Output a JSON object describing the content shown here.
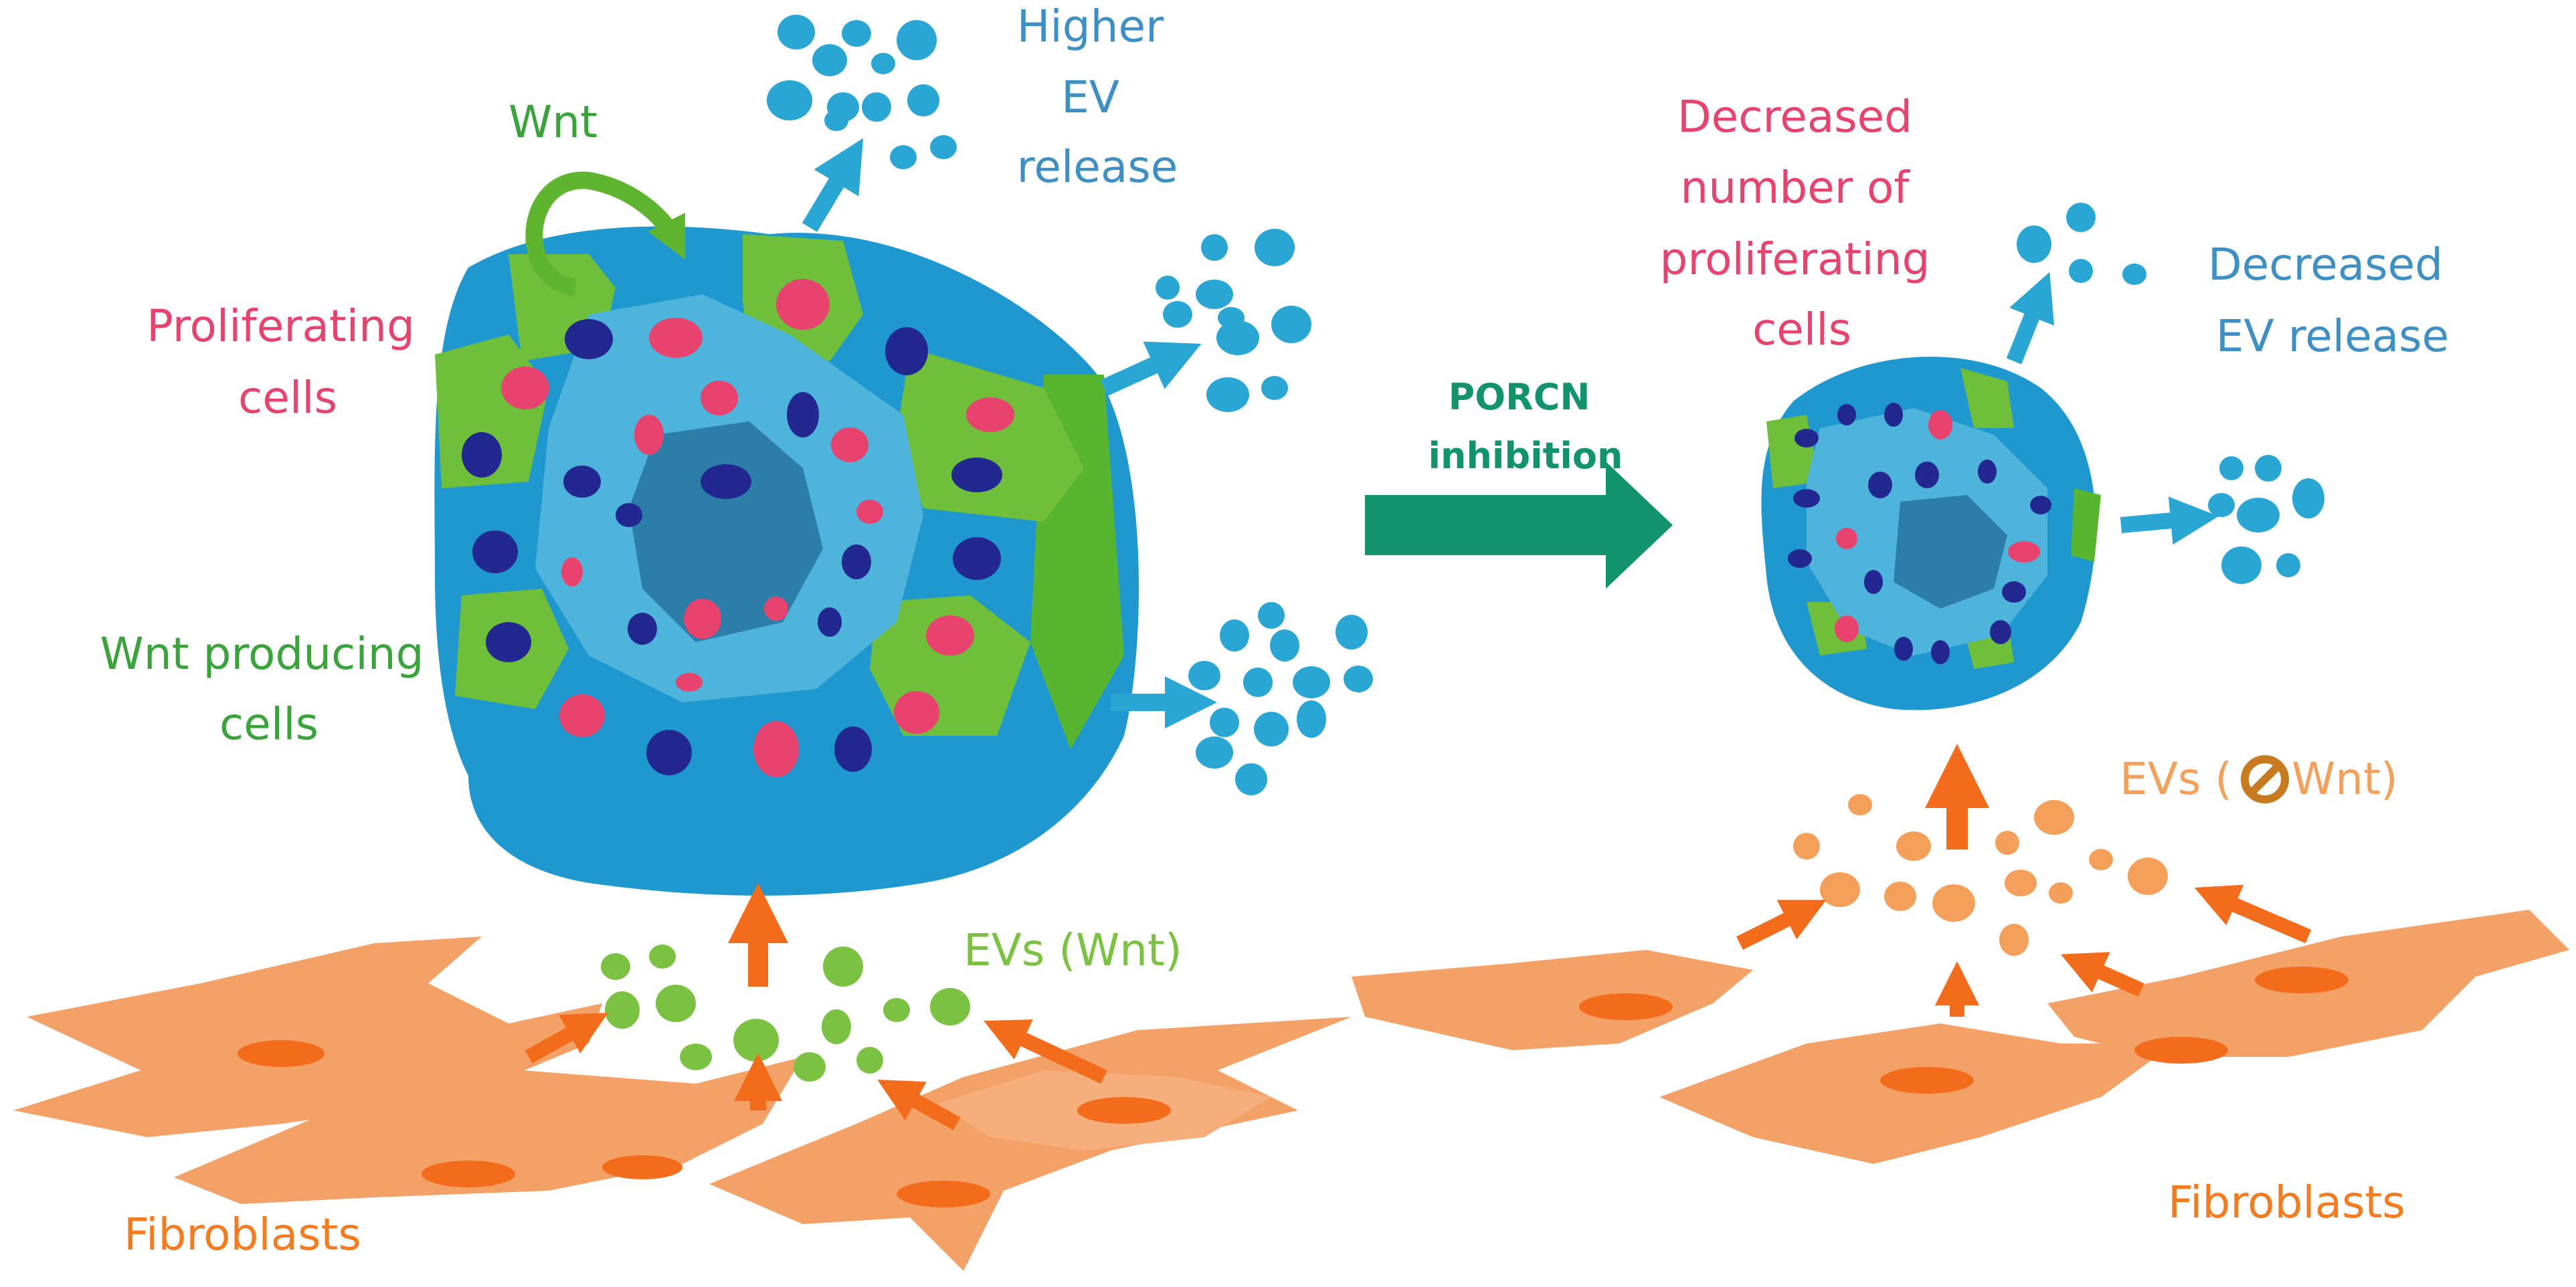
{
  "left": {
    "wnt": "Wnt",
    "higher_ev_release": [
      "Higher",
      "EV",
      "release"
    ],
    "proliferating_cells": [
      "Proliferating",
      "cells"
    ],
    "wnt_producing_cells": [
      "Wnt producing",
      "cells"
    ],
    "evs_wnt": "EVs (Wnt)",
    "fibroblasts": "Fibroblasts"
  },
  "middle": {
    "porcn_inhibition": [
      "PORCN",
      "inhibition"
    ]
  },
  "right": {
    "decreased_proliferating": [
      "Decreased",
      "number of",
      "proliferating",
      "cells"
    ],
    "decreased_ev_release": [
      "Decreased",
      "EV release"
    ],
    "evs_prefix": "EVs (",
    "evs_suffix": "Wnt)",
    "fibroblasts": "Fibroblasts"
  },
  "colors": {
    "pink": "#E8436E",
    "blue_text": "#3D8FC4",
    "green_text": "#3BA33B",
    "light_green_text": "#7CC242",
    "orange_text": "#F47B20",
    "light_orange_text": "#F5A05A",
    "teal_arrow": "#13936C",
    "ev_blue": "#2AA6D4",
    "fibroblast": "#F4A168",
    "nucleus_fib": "#F26C1C"
  }
}
